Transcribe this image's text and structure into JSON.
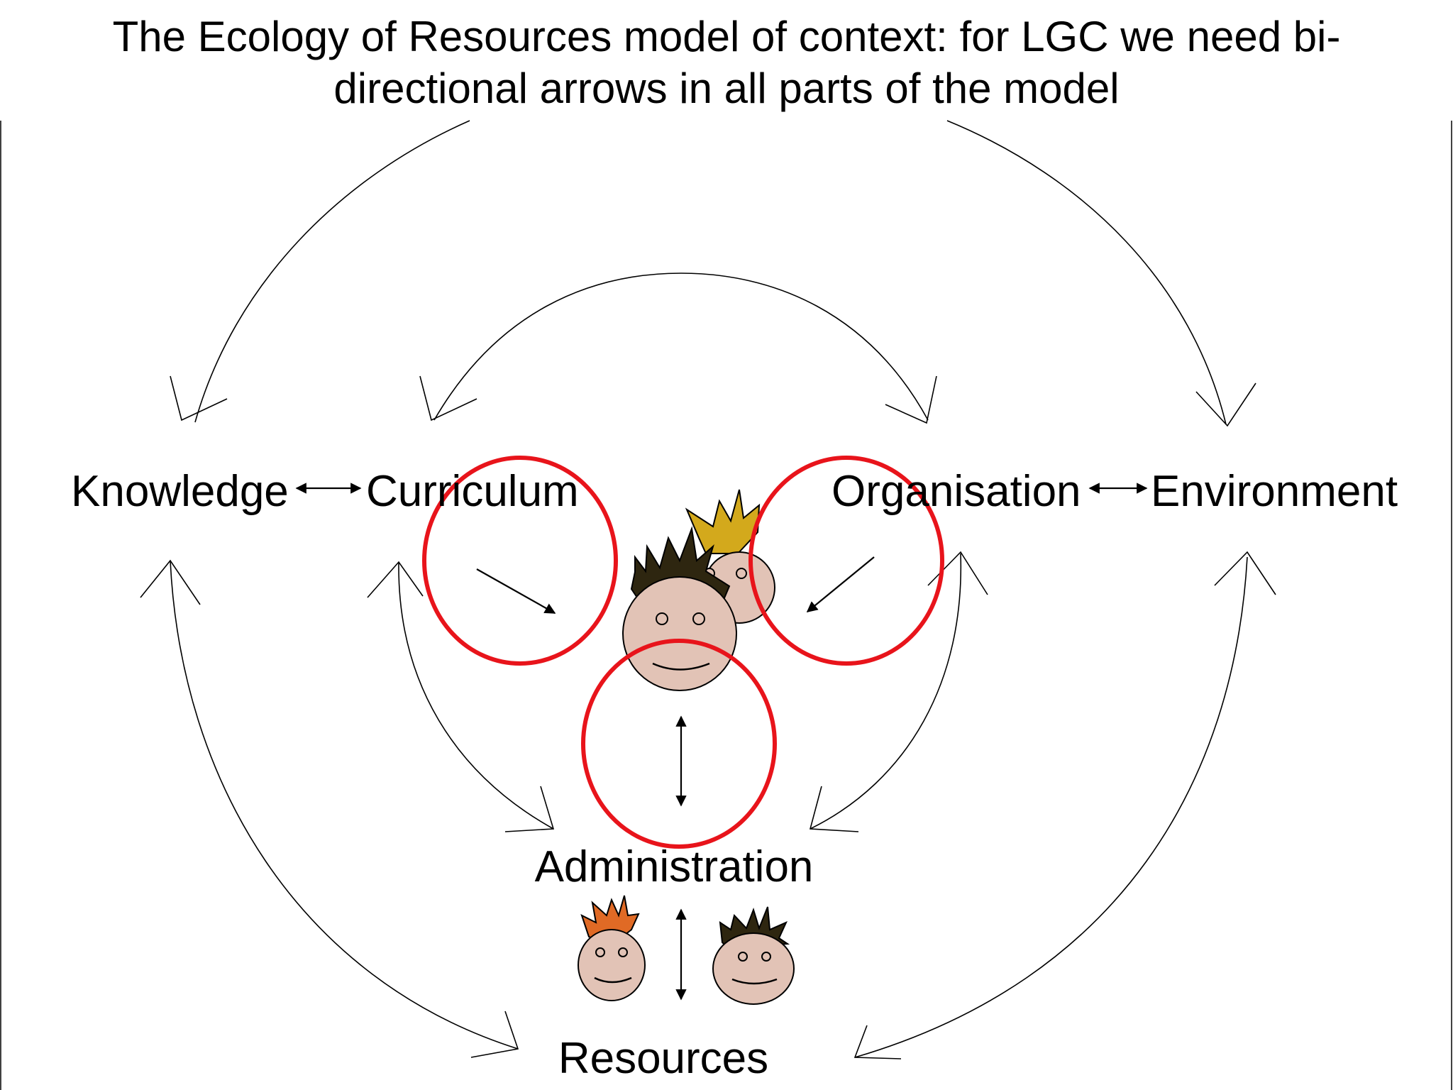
{
  "title": {
    "line1": "The Ecology of Resources model of context: for LGC we need bi-",
    "line2": "directional arrows in all parts of the model"
  },
  "nodes": {
    "knowledge": "Knowledge",
    "curriculum": "Curriculum",
    "organisation": "Organisation",
    "environment": "Environment",
    "administration": "Administration",
    "resources": "Resources"
  },
  "colors": {
    "highlight_circle": "#e8141b",
    "face_fill": "#e2c3b6",
    "hair_dark": "#2e2610",
    "hair_blond": "#d3a91c",
    "hair_orange": "#e06a25"
  }
}
